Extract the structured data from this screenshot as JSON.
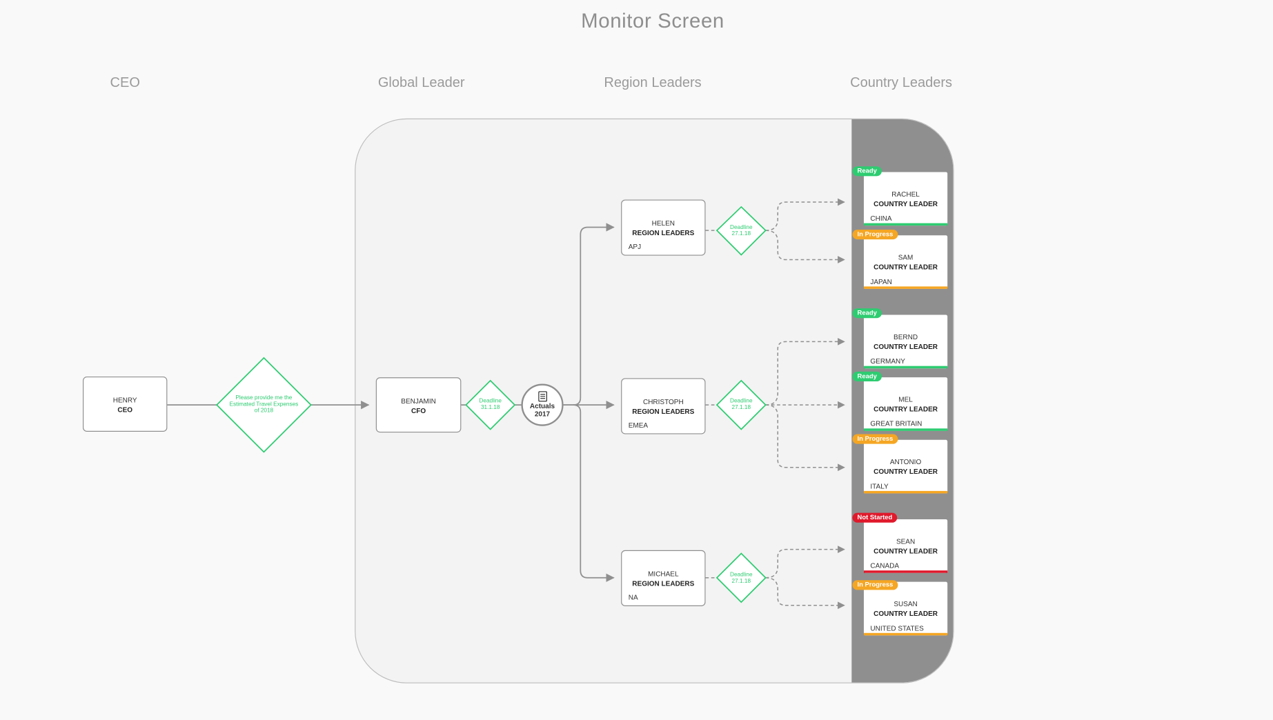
{
  "screen_title": "Monitor Screen",
  "columns": [
    "CEO",
    "Global Leader",
    "Region Leaders",
    "Country Leaders"
  ],
  "colors": {
    "ready": "#2ecc71",
    "in_progress": "#f5a623",
    "not_started": "#e0192c",
    "accent_green": "#2ecc71",
    "panel_dark": "#8f8f8f"
  },
  "ceo": {
    "name": "HENRY",
    "role": "CEO"
  },
  "request": {
    "text": "Please provide me the Estimated Travel Expenses of 2018"
  },
  "cfo": {
    "name": "BENJAMIN",
    "role": "CFO"
  },
  "cfo_deadline": {
    "label": "Deadline",
    "date": "31.1.18"
  },
  "actuals": {
    "label": "Actuals",
    "year": "2017",
    "icon": "document-icon"
  },
  "regions": [
    {
      "name": "HELEN",
      "role": "REGION LEADERS",
      "region": "APJ",
      "deadline_label": "Deadline",
      "deadline": "27.1.18"
    },
    {
      "name": "CHRISTOPH",
      "role": "REGION LEADERS",
      "region": "EMEA",
      "deadline_label": "Deadline",
      "deadline": "27.1.18"
    },
    {
      "name": "MICHAEL",
      "role": "REGION LEADERS",
      "region": "NA",
      "deadline_label": "Deadline",
      "deadline": "27.1.18"
    }
  ],
  "countries": [
    {
      "status": "Ready",
      "status_key": "ready",
      "name": "RACHEL",
      "role": "COUNTRY LEADER",
      "country": "CHINA"
    },
    {
      "status": "In Progress",
      "status_key": "in_progress",
      "name": "SAM",
      "role": "COUNTRY LEADER",
      "country": "JAPAN"
    },
    {
      "status": "Ready",
      "status_key": "ready",
      "name": "BERND",
      "role": "COUNTRY LEADER",
      "country": "GERMANY"
    },
    {
      "status": "Ready",
      "status_key": "ready",
      "name": "MEL",
      "role": "COUNTRY LEADER",
      "country": "GREAT BRITAIN"
    },
    {
      "status": "In Progress",
      "status_key": "in_progress",
      "name": "ANTONIO",
      "role": "COUNTRY LEADER",
      "country": "ITALY"
    },
    {
      "status": "Not Started",
      "status_key": "not_started",
      "name": "SEAN",
      "role": "COUNTRY LEADER",
      "country": "CANADA"
    },
    {
      "status": "In Progress",
      "status_key": "in_progress",
      "name": "SUSAN",
      "role": "COUNTRY LEADER",
      "country": "UNITED STATES"
    }
  ]
}
